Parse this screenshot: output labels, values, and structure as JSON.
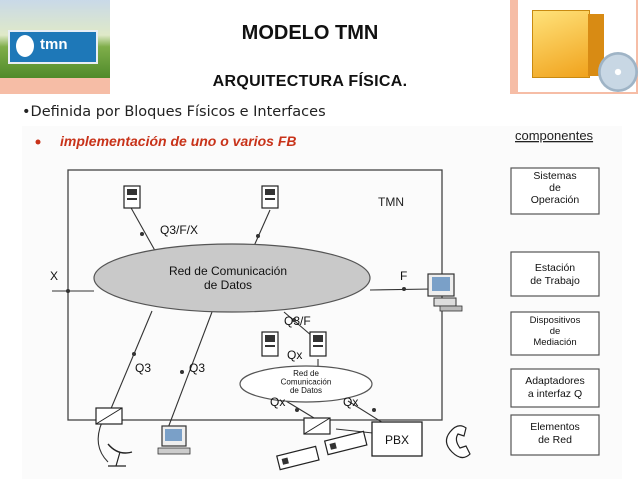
{
  "header": {
    "title": "MODELO TMN",
    "subtitle": "ARQUITECTURA FÍSICA.",
    "logo_text": "tmn",
    "colors": {
      "band": "#f6bda6",
      "accent": "#1e78b8"
    }
  },
  "bullet": "•Definida por Bloques Físicos e Interfaces",
  "diagram": {
    "heading": "implementación de uno o varios FB",
    "heading_color": "#c8331a",
    "components_title": "componentes",
    "legend": [
      "Sistemas\nde\nOperación",
      "Estación\nde Trabajo",
      "Dispositivos\nde\nMediación",
      "Adaptadores\na interfaz Q",
      "Elementos\nde Red"
    ],
    "boundary_label": "TMN",
    "main_network": "Red de Comunicación\nde Datos",
    "sub_network": "Red de\nComunicación\nde Datos",
    "pbx": "PBX",
    "interface_labels": {
      "q3fx": "Q3/F/X",
      "x": "X",
      "f": "F",
      "q3f": "Q3/F",
      "qx_center": "Qx",
      "qx_left": "Qx",
      "qx_right": "Qx",
      "q3_left": "Q3",
      "q3_mid": "Q3"
    }
  }
}
